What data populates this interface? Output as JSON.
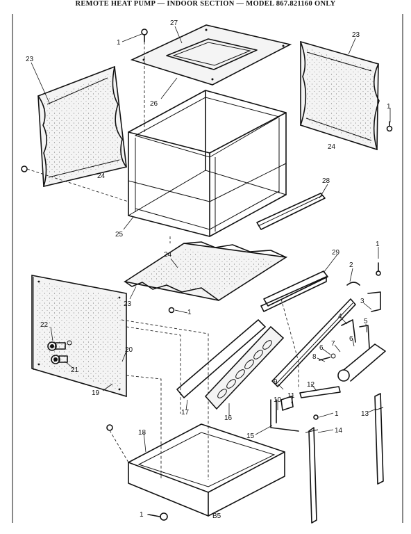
{
  "title": "REMOTE HEAT PUMP — INDOOR SECTION — MODEL  867.821160 ONLY",
  "figure_code": "B5",
  "callouts": {
    "c1_a": "1",
    "c27": "27",
    "c23_a": "23",
    "c23_b": "23",
    "c26": "26",
    "c24_a": "24",
    "c24_b": "24",
    "c1_b": "1",
    "c28": "28",
    "c25": "25",
    "c24_c": "24",
    "c23_c": "23",
    "c1_c": "1",
    "c29": "29",
    "c2": "2",
    "c1_d": "1",
    "c3": "3",
    "c4": "4",
    "c5": "5",
    "c6_a": "6",
    "c6_b": "6",
    "c7": "7",
    "c8": "8",
    "c22": "22",
    "c20": "20",
    "c21": "21",
    "c19": "19",
    "c9": "9",
    "c12": "12",
    "c10": "10",
    "c11": "11",
    "c17": "17",
    "c16": "16",
    "c1_e": "1",
    "c13": "13",
    "c14": "14",
    "c15": "15",
    "c18": "18",
    "c1_f": "1"
  }
}
